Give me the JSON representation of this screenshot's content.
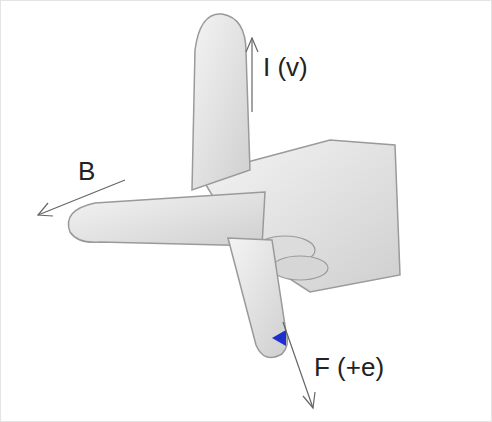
{
  "diagram": {
    "labels": [
      "I (v)",
      "B",
      "F (+e)"
    ]
  }
}
